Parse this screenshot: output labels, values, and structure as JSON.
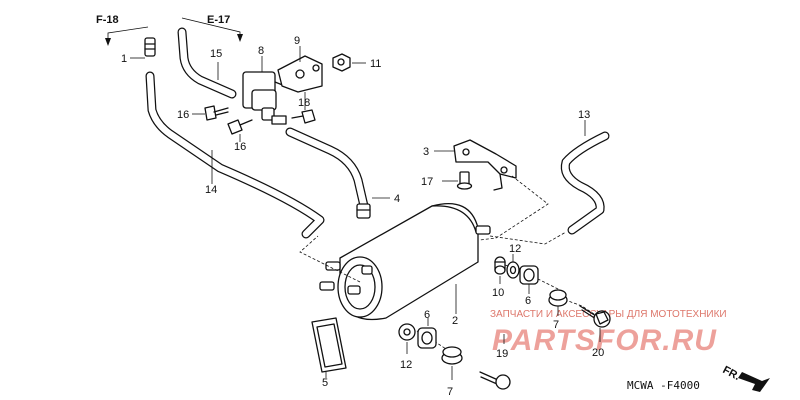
{
  "labels": {
    "l1": "1",
    "l2": "2",
    "l3": "3",
    "l4": "4",
    "l5": "5",
    "l6a": "6",
    "l6b": "6",
    "l7a": "7",
    "l7b": "7",
    "l8": "8",
    "l9": "9",
    "l10": "10",
    "l11": "11",
    "l12a": "12",
    "l12b": "12",
    "l13": "13",
    "l14": "14",
    "l15": "15",
    "l16a": "16",
    "l16b": "16",
    "l17": "17",
    "l18": "18",
    "l19": "19",
    "l20": "20"
  },
  "refs": {
    "f18": "F-18",
    "e17": "E-17"
  },
  "code": "MCWA -F4000",
  "front": "FR.",
  "watermark": {
    "text": "ЗАПЧАСТИ И АКСЕССУАРЫ ДЛЯ МОТОТЕХНИКИ",
    "logo": "PARTSFOR.RU"
  }
}
